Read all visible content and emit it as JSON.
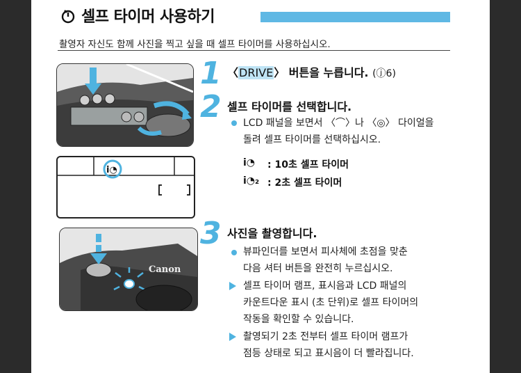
{
  "header": {
    "title": "셀프 타이머 사용하기",
    "subtitle": "촬영자 자신도 함께 사진을 찍고 싶을 때 셀프 타이머를 사용하십시오."
  },
  "steps": [
    {
      "num": "1",
      "title_pre": "〈",
      "title_hl": "DRIVE",
      "title_post": "〉 버튼을 누릅니다.",
      "ref": "(ⓙ6)"
    },
    {
      "num": "2",
      "title": "셀프 타이머를 선택합니다.",
      "bullet_line1": "LCD 패널을 보면서 〈⌒〉나 〈◎〉 다이얼을",
      "bullet_line2": "돌려 셀프 타이머를 선택하십시오.",
      "options": [
        {
          "icon": "ⅰ◔",
          "text": ":  10초 셀프 타이머"
        },
        {
          "icon": "ⅰ◔₂",
          "text": ":  2초 셀프 타이머"
        }
      ]
    },
    {
      "num": "3",
      "title": "사진을 촬영합니다.",
      "bullet_line1": "뷰파인더를 보면서 피사체에 초점을 맞춘",
      "bullet_line2": "다음 셔터 버튼을 완전히 누르십시오.",
      "notes": [
        {
          "line1": "셀프 타이머 램프, 표시음과 LCD 패널의",
          "line2": "카운트다운 표시 (초 단위)로 셀프 타이머의",
          "line3": "작동을 확인할 수 있습니다."
        },
        {
          "line1": "촬영되기 2초 전부터 셀프 타이머 램프가",
          "line2": "점등 상태로 되고 표시음이 더 빨라집니다."
        }
      ]
    }
  ],
  "camera_brand": "Canon",
  "colors": {
    "accent": "#4fb3e0",
    "title_bar": "#5fb8e4",
    "highlight": "#bfe4f5",
    "background": "#2b2b2b"
  }
}
